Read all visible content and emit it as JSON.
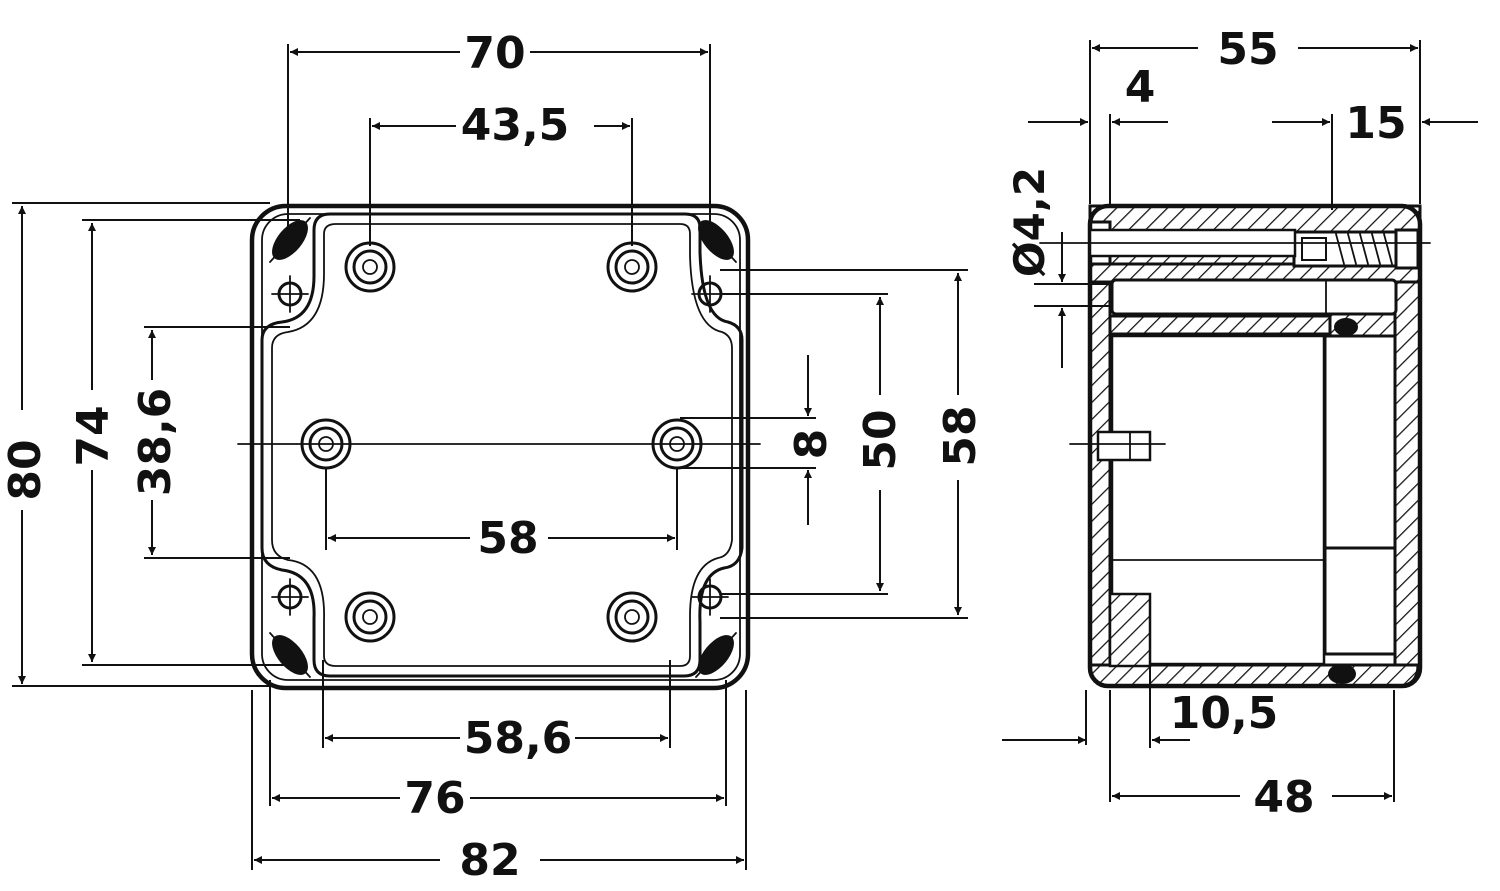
{
  "front_view": {
    "dims": {
      "w70": "70",
      "w43_5": "43,5",
      "h80": "80",
      "h74": "74",
      "h38_6": "38,6",
      "w58": "58",
      "h8": "8",
      "h50": "50",
      "h58": "58",
      "w58_6": "58,6",
      "w76": "76",
      "w82": "82"
    }
  },
  "side_view": {
    "dims": {
      "w55": "55",
      "w4": "4",
      "w15": "15",
      "d4_2": "Ø4,2",
      "w10_5": "10,5",
      "w48": "48"
    }
  },
  "colors": {
    "ink": "#111111",
    "paper": "#ffffff"
  }
}
